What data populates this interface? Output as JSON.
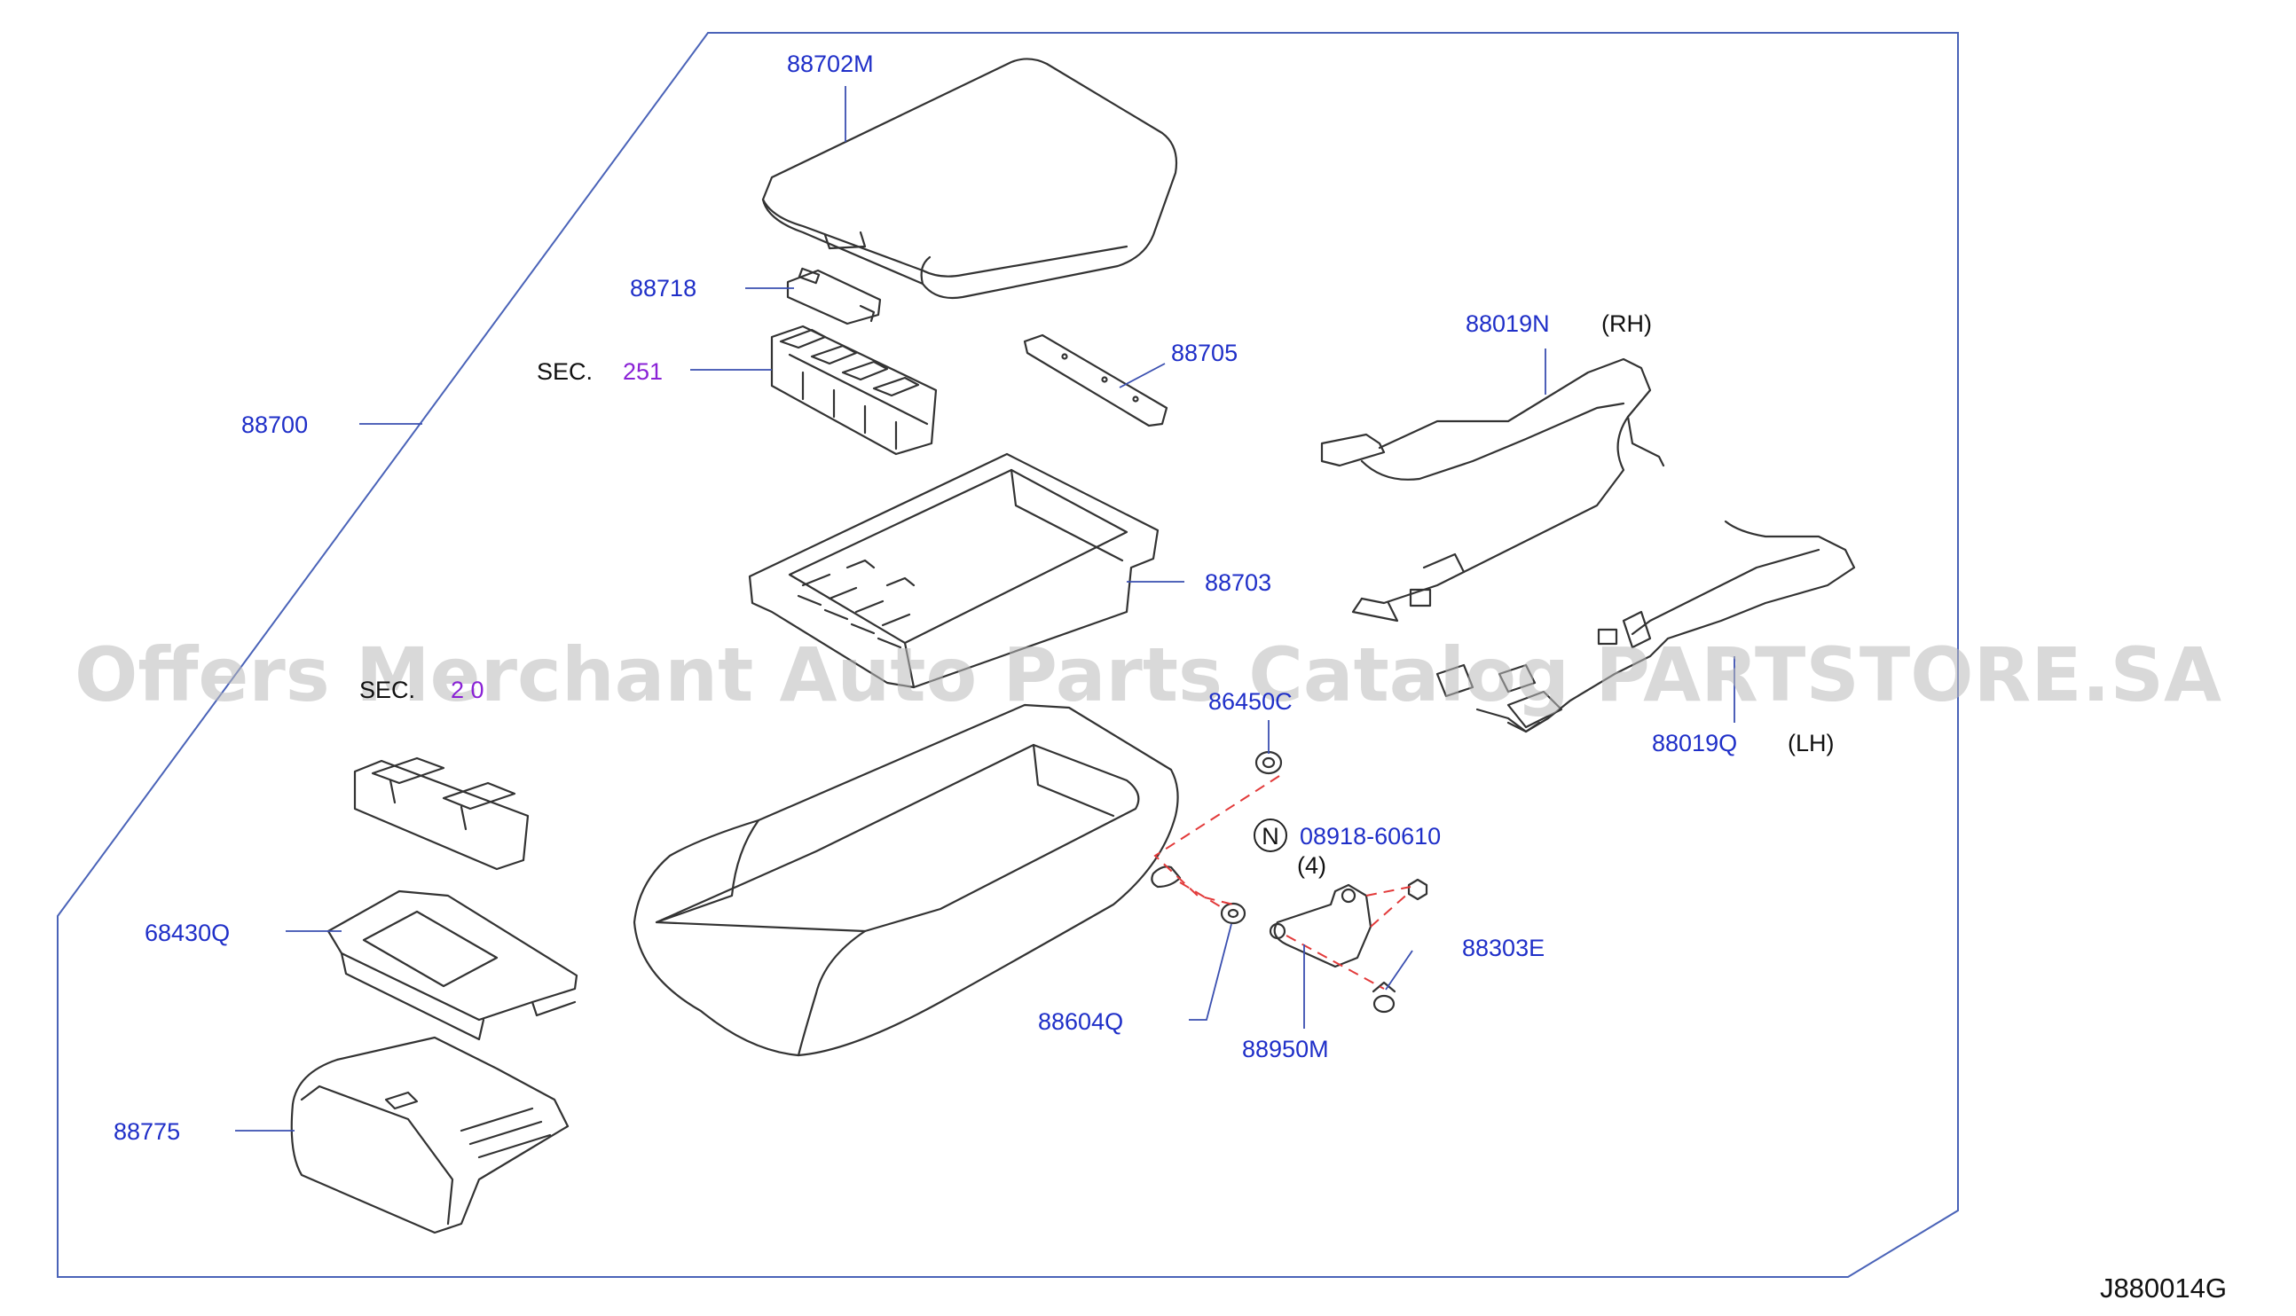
{
  "diagram": {
    "watermark": "Offers Merchant Auto Parts Catalog PARTSTORE.SA",
    "figure_code": "J880014G",
    "colors": {
      "part_label": "#1f2fc8",
      "section_ref": "#8a22d6",
      "dashed_link": "#e23a3a",
      "frame": "#4a63b8"
    },
    "labels": {
      "p88702M": "88702M",
      "p88718": "88718",
      "sec1_prefix": "SEC.",
      "sec1_number": "251",
      "p88705": "88705",
      "p88700": "88700",
      "p88703": "88703",
      "p88019N": "88019N",
      "rh": "(RH)",
      "p88019Q": "88019Q",
      "lh": "(LH)",
      "sec2_prefix": "SEC.",
      "sec2_number": "2 0",
      "p86450C": "86450C",
      "n_marker": "N",
      "p08918": "08918-60610",
      "qty4": "(4)",
      "p68430Q": "68430Q",
      "p88303E": "88303E",
      "p88604Q": "88604Q",
      "p88950M": "88950M",
      "p88775": "88775"
    },
    "icons": [
      "nut-symbol-icon"
    ]
  }
}
